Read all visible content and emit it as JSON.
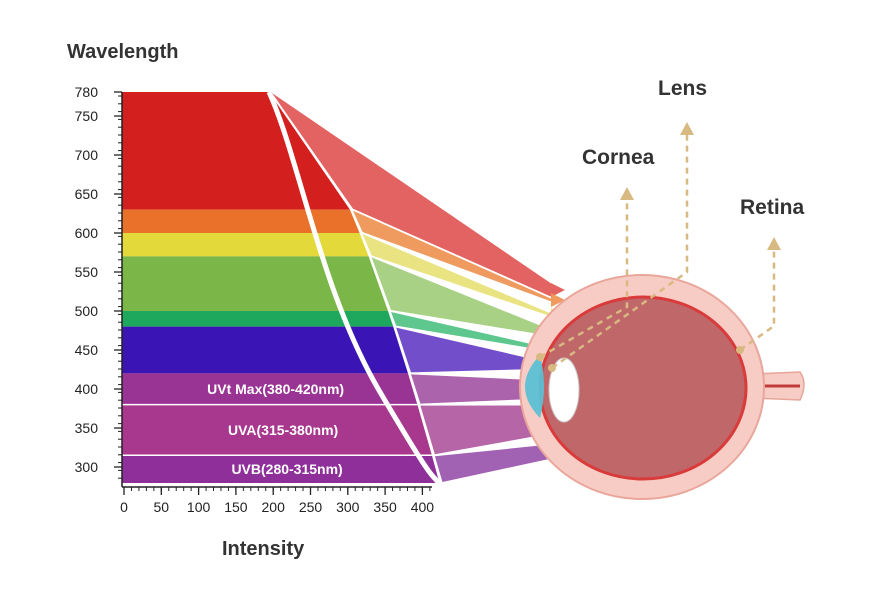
{
  "titles": {
    "y_axis": "Wavelength",
    "x_axis": "Intensity",
    "cornea": "Cornea",
    "lens": "Lens",
    "retina": "Retina"
  },
  "y_ticks": [
    {
      "label": "780",
      "value": 780
    },
    {
      "label": "750",
      "value": 750
    },
    {
      "label": "700",
      "value": 700
    },
    {
      "label": "650",
      "value": 650
    },
    {
      "label": "600",
      "value": 600
    },
    {
      "label": "550",
      "value": 550
    },
    {
      "label": "500",
      "value": 500
    },
    {
      "label": "450",
      "value": 450
    },
    {
      "label": "400",
      "value": 400
    },
    {
      "label": "350",
      "value": 350
    },
    {
      "label": "300",
      "value": 300
    }
  ],
  "x_ticks": [
    "0",
    "50",
    "100",
    "150",
    "200",
    "250",
    "300",
    "350",
    "400"
  ],
  "bands": [
    {
      "name": "red",
      "from": 630,
      "to": 780,
      "color": "#d41f1f",
      "ray": "#e15a5a",
      "target": "retina"
    },
    {
      "name": "orange",
      "from": 600,
      "to": 630,
      "color": "#e9712a",
      "ray": "#ee9556",
      "target": "retina"
    },
    {
      "name": "yellow",
      "from": 570,
      "to": 600,
      "color": "#e4d93a",
      "ray": "#e9e27a",
      "target": "retina"
    },
    {
      "name": "green",
      "from": 500,
      "to": 570,
      "color": "#7ab648",
      "ray": "#a3cf80",
      "target": "retina"
    },
    {
      "name": "teal-green",
      "from": 480,
      "to": 500,
      "color": "#1ea85e",
      "ray": "#55c488",
      "target": "retina"
    },
    {
      "name": "blue-violet",
      "from": 420,
      "to": 480,
      "color": "#3a14b4",
      "ray": "#6a45c8",
      "target": "retina"
    },
    {
      "name": "uvt",
      "from": 380,
      "to": 420,
      "color": "#9a3494",
      "ray": "#a65ca8",
      "target": "retina",
      "label": "UVt Max(380-420nm)"
    },
    {
      "name": "uva",
      "from": 315,
      "to": 380,
      "color": "#a8378e",
      "ray": "#b25da2",
      "target": "lens",
      "label": "UVA(315-380nm)"
    },
    {
      "name": "uvb",
      "from": 280,
      "to": 315,
      "color": "#8e2f9a",
      "ray": "#9d5ab0",
      "target": "cornea",
      "label": "UVB(280-315nm)"
    }
  ],
  "colors": {
    "eye_outer": "#f7ccc4",
    "eye_inner": "#c0676a",
    "eye_stroke": "#d93a3a",
    "cornea": "#5bc0d4",
    "pointer": "#d8b982"
  }
}
